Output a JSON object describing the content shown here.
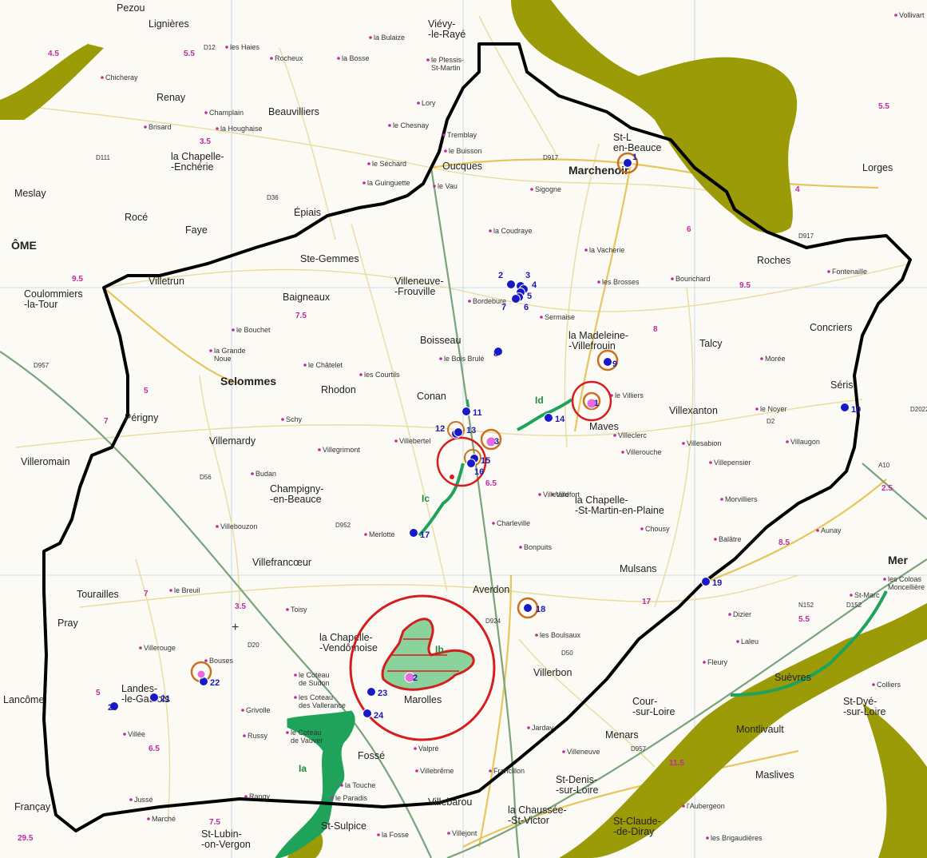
{
  "colors": {
    "water": "#9b9a07",
    "boundary": "#000000",
    "point": "#1919c8",
    "pink_point": "#e46ce0",
    "ring_orange": "#c8701e",
    "ring_red": "#d61d1d",
    "green_zone": "#1fa35b",
    "road_main": "#e6c65d",
    "rail": "#7aa37a",
    "distance": "#c02aa0"
  },
  "towns": [
    {
      "id": "pezou",
      "name": "Pezou"
    },
    {
      "id": "lignieres",
      "name": "Lignières"
    },
    {
      "id": "vievy",
      "name": "Viévy-\n-le-Rayé"
    },
    {
      "id": "renay",
      "name": "Renay"
    },
    {
      "id": "beauvilliers",
      "name": "Beauvilliers"
    },
    {
      "id": "ste-gemmes",
      "name": "Ste-Gemmes"
    },
    {
      "id": "epiais",
      "name": "Épiais"
    },
    {
      "id": "faye",
      "name": "Faye"
    },
    {
      "id": "roce",
      "name": "Rocé"
    },
    {
      "id": "meslay",
      "name": "Meslay"
    },
    {
      "id": "ome",
      "name": "ÔME"
    },
    {
      "id": "chapelle-encherie",
      "name": "la Chapelle-\n-Enchérie"
    },
    {
      "id": "oucques",
      "name": "Oucques"
    },
    {
      "id": "marchenoir",
      "name": "Marchenoir"
    },
    {
      "id": "st-leonard",
      "name": "St-L\nen-Beauce"
    },
    {
      "id": "lorges",
      "name": "Lorges"
    },
    {
      "id": "roches",
      "name": "Roches"
    },
    {
      "id": "villetrun",
      "name": "Villetrun"
    },
    {
      "id": "coulommiers",
      "name": "Coulommiers\n-la-Tour"
    },
    {
      "id": "baigneaux",
      "name": "Baigneaux"
    },
    {
      "id": "villeneuve",
      "name": "Villeneuve-\n-Frouville"
    },
    {
      "id": "boisseau",
      "name": "Boisseau"
    },
    {
      "id": "madeleine",
      "name": "la Madeleine-\n-Villefrouin"
    },
    {
      "id": "talcy",
      "name": "Talcy"
    },
    {
      "id": "concriers",
      "name": "Concriers"
    },
    {
      "id": "selommes",
      "name": "Selommes"
    },
    {
      "id": "rhodon",
      "name": "Rhodon"
    },
    {
      "id": "conan",
      "name": "Conan"
    },
    {
      "id": "seris",
      "name": "Séris"
    },
    {
      "id": "villexanton",
      "name": "Villexanton"
    },
    {
      "id": "maves",
      "name": "Maves"
    },
    {
      "id": "perigny",
      "name": "Périgny"
    },
    {
      "id": "villemardy",
      "name": "Villemardy"
    },
    {
      "id": "villeromain",
      "name": "Villeromain"
    },
    {
      "id": "champigny",
      "name": "Champigny-\n-en-Beauce"
    },
    {
      "id": "chapelle-st-martin",
      "name": "la Chapelle-\n-St-Martin-en-Plaine"
    },
    {
      "id": "mer",
      "name": "Mer"
    },
    {
      "id": "mulsans",
      "name": "Mulsans"
    },
    {
      "id": "villefrancoeur",
      "name": "Villefrancœur"
    },
    {
      "id": "averdon",
      "name": "Averdon"
    },
    {
      "id": "tourailles",
      "name": "Tourailles"
    },
    {
      "id": "pray",
      "name": "Pray"
    },
    {
      "id": "chapelle-vendomoise",
      "name": "la Chapelle-\n-Vendômoise"
    },
    {
      "id": "villerbon",
      "name": "Villerbon"
    },
    {
      "id": "landes",
      "name": "Landes-\n-le-Gaulois"
    },
    {
      "id": "lancome",
      "name": "Lancôme"
    },
    {
      "id": "marolles",
      "name": "Marolles"
    },
    {
      "id": "cour",
      "name": "Cour-\n-sur-Loire"
    },
    {
      "id": "menars",
      "name": "Menars"
    },
    {
      "id": "montlivault",
      "name": "Montlivault"
    },
    {
      "id": "suevres",
      "name": "Suèvres"
    },
    {
      "id": "st-dye",
      "name": "St-Dyé-\n-sur-Loire"
    },
    {
      "id": "maslives",
      "name": "Maslives"
    },
    {
      "id": "fossé",
      "name": "Fossé"
    },
    {
      "id": "villebarou",
      "name": "Villebarou"
    },
    {
      "id": "st-denis",
      "name": "St-Denis-\n-sur-Loire"
    },
    {
      "id": "chaussee",
      "name": "la Chaussée-\n-St-Victor"
    },
    {
      "id": "st-claude",
      "name": "St-Claude-\n-de-Diray"
    },
    {
      "id": "francay",
      "name": "Françay"
    },
    {
      "id": "st-lubin",
      "name": "St-Lubin-\n-on-Vergon"
    },
    {
      "id": "st-sulpice",
      "name": "St-Sulpice"
    }
  ],
  "villages": [
    "Chicheray",
    "Champlain",
    "la Houghaise",
    "Brisard",
    "les Haies",
    "Rocheux",
    "la Bosse",
    "la Bulaize",
    "le Plessis-\nSt-Martin",
    "Lory",
    "le Chesnay",
    "Tremblay",
    "le Buisson",
    "le Séchard",
    "la Guinguette",
    "le Vau",
    "Sigogne",
    "la Coudraye",
    "la Vacherie",
    "les Brosses",
    "Bourichard",
    "Fontenaille",
    "Bordebure",
    "Sermaise",
    "le Bois Brulé",
    "le Villiers",
    "Morée",
    "le Noyer",
    "Villeclerc",
    "Villesabion",
    "Villaugon",
    "Villerouche",
    "Villepensier",
    "Villefort",
    "le Bouchet",
    "la Grande\nNoue",
    "le Châtelet",
    "les Courtils",
    "Schy",
    "Villegrimont",
    "Villebertel",
    "Budan",
    "Villebouzon",
    "Merlotte",
    "Villetard",
    "Charleville",
    "Bonpuits",
    "Morvilliers",
    "Chousy",
    "Balâtre",
    "Aunay",
    "le Breuil",
    "Toisy",
    "Villerouge",
    "les Boulsaux",
    "Villeneuve",
    "Jarday",
    "Valpré",
    "le Coteau\nde Sudon",
    "les Coteau\ndes Vallerance",
    "Grivolle",
    "Russy",
    "le Coteau\nde Vauver",
    "la Touche",
    "le Paradis",
    "Villebrême",
    "Francillon",
    "l'Aubergeon",
    "les Brigaudières",
    "Rangy",
    "Jussé",
    "Marché",
    "Dizier",
    "Laleu",
    "Fleury",
    "Colliers",
    "les Coloas\nMoncellière",
    "St-Marc",
    "Bouses",
    "Villée",
    "la Fosse",
    "Villejont",
    "Vollivart"
  ],
  "road_labels": [
    "D12",
    "D917",
    "D924",
    "D50",
    "D957",
    "D917",
    "D111",
    "D36",
    "D957",
    "D20",
    "D2",
    "D152",
    "N152",
    "D56",
    "D952",
    "A10",
    "D2022"
  ],
  "distances": [
    "4.5",
    "5.5",
    "3.5",
    "9.5",
    "7.5",
    "6",
    "8.5",
    "5",
    "7",
    "8",
    "4",
    "6.5",
    "17",
    "11.5",
    "5.5",
    "2.5",
    "6.5",
    "7.5",
    "5",
    "3.5",
    "29.5",
    "7",
    "5.5",
    "9.5"
  ],
  "points": [
    {
      "n": "1",
      "kind": "ring-orange"
    },
    {
      "n": "2",
      "kind": "blue"
    },
    {
      "n": "3",
      "kind": "blue"
    },
    {
      "n": "4",
      "kind": "blue"
    },
    {
      "n": "5",
      "kind": "blue"
    },
    {
      "n": "6",
      "kind": "blue"
    },
    {
      "n": "7",
      "kind": "blue"
    },
    {
      "n": "8",
      "kind": "blue"
    },
    {
      "n": "9",
      "kind": "ring-orange"
    },
    {
      "n": "10",
      "kind": "blue"
    },
    {
      "n": "11",
      "kind": "blue"
    },
    {
      "n": "12",
      "kind": "blue"
    },
    {
      "n": "13",
      "kind": "blue"
    },
    {
      "n": "14",
      "kind": "blue"
    },
    {
      "n": "15",
      "kind": "blue"
    },
    {
      "n": "16",
      "kind": "blue"
    },
    {
      "n": "17",
      "kind": "blue"
    },
    {
      "n": "18",
      "kind": "ring-orange"
    },
    {
      "n": "19",
      "kind": "blue"
    },
    {
      "n": "20",
      "kind": "blue"
    },
    {
      "n": "21",
      "kind": "blue"
    },
    {
      "n": "22",
      "kind": "blue"
    },
    {
      "n": "23",
      "kind": "blue"
    },
    {
      "n": "24",
      "kind": "blue"
    }
  ],
  "pink_points": [
    {
      "n": "1",
      "kind": "ring-red"
    },
    {
      "n": "2",
      "kind": "ring-red-big"
    },
    {
      "n": "3",
      "kind": "ring-orange"
    }
  ],
  "zones": [
    "Ia",
    "Ib",
    "Ic",
    "Id"
  ]
}
